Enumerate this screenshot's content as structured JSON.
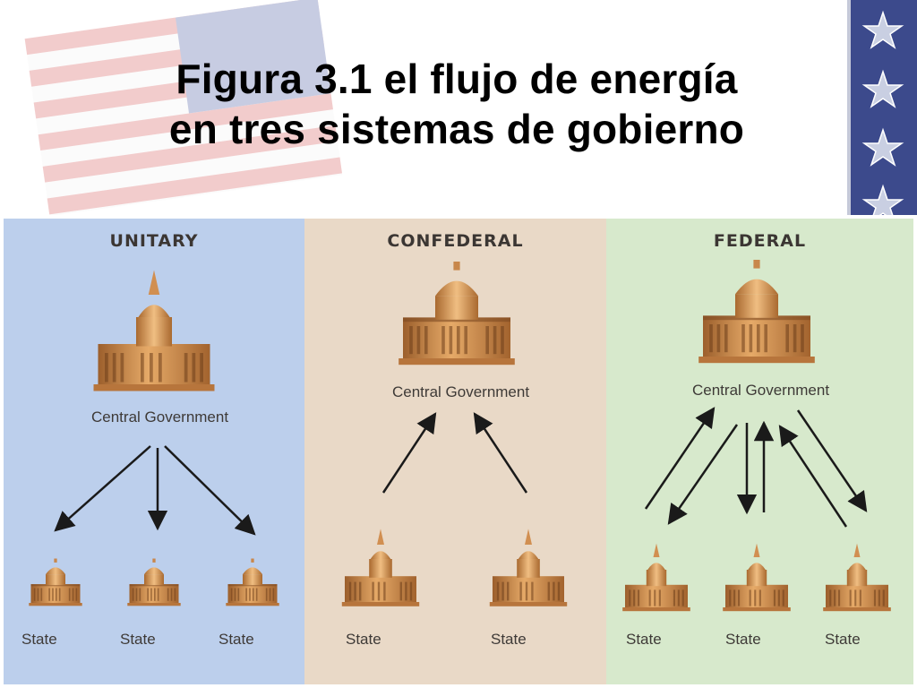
{
  "slide": {
    "title_line1": "Figura 3.1 el flujo de energía",
    "title_line2": "en tres sistemas de gobierno"
  },
  "panels": {
    "unitary": {
      "heading": "UNITARY",
      "central_label": "Central Government",
      "states": [
        "State",
        "State",
        "State"
      ]
    },
    "confederal": {
      "heading": "CONFEDERAL",
      "central_label": "Central Government",
      "states": [
        "State",
        "State"
      ]
    },
    "federal": {
      "heading": "FEDERAL",
      "central_label": "Central Government",
      "states": [
        "State",
        "State",
        "State"
      ]
    }
  },
  "colors": {
    "unitary_bg": "#bccfec",
    "confederal_bg": "#e9d9c7",
    "federal_bg": "#d7e9cc",
    "building": "#d99a5a",
    "arrow": "#1a1a1a"
  },
  "icons": [
    "capitol-building-icon",
    "arrow-icon",
    "star-icon",
    "flag-icon"
  ]
}
